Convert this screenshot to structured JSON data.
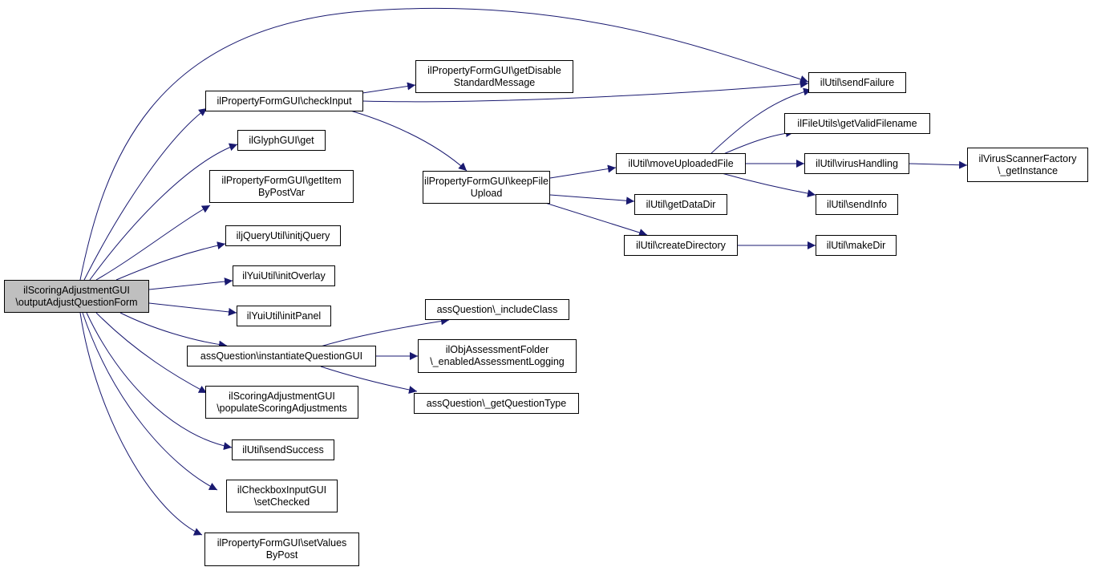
{
  "colors": {
    "edge": "#191970",
    "node_border": "#000000",
    "root_fill": "#bfbfbf",
    "node_fill": "#ffffff"
  },
  "nodes": {
    "root": {
      "line1": "ilScoringAdjustmentGUI",
      "line2": "\\outputAdjustQuestionForm"
    },
    "checkInput": {
      "line1": "ilPropertyFormGUI\\checkInput"
    },
    "getDisableStandardMessage": {
      "line1": "ilPropertyFormGUI\\getDisable",
      "line2": "StandardMessage"
    },
    "sendFailure": {
      "line1": "ilUtil\\sendFailure"
    },
    "glyphGet": {
      "line1": "ilGlyphGUI\\get"
    },
    "getItemByPostVar": {
      "line1": "ilPropertyFormGUI\\getItem",
      "line2": "ByPostVar"
    },
    "initjQuery": {
      "line1": "iljQueryUtil\\initjQuery"
    },
    "initOverlay": {
      "line1": "ilYuiUtil\\initOverlay"
    },
    "initPanel": {
      "line1": "ilYuiUtil\\initPanel"
    },
    "instantiateQuestionGUI": {
      "line1": "assQuestion\\instantiateQuestionGUI"
    },
    "populateScoringAdjustments": {
      "line1": "ilScoringAdjustmentGUI",
      "line2": "\\populateScoringAdjustments"
    },
    "sendSuccess": {
      "line1": "ilUtil\\sendSuccess"
    },
    "setChecked": {
      "line1": "ilCheckboxInputGUI",
      "line2": "\\setChecked"
    },
    "setValuesByPost": {
      "line1": "ilPropertyFormGUI\\setValues",
      "line2": "ByPost"
    },
    "keepFileUpload": {
      "line1": "ilPropertyFormGUI\\keepFile",
      "line2": "Upload"
    },
    "moveUploadedFile": {
      "line1": "ilUtil\\moveUploadedFile"
    },
    "getDataDir": {
      "line1": "ilUtil\\getDataDir"
    },
    "createDirectory": {
      "line1": "ilUtil\\createDirectory"
    },
    "getValidFilename": {
      "line1": "ilFileUtils\\getValidFilename"
    },
    "virusHandling": {
      "line1": "ilUtil\\virusHandling"
    },
    "sendInfo": {
      "line1": "ilUtil\\sendInfo"
    },
    "makeDir": {
      "line1": "ilUtil\\makeDir"
    },
    "getInstance": {
      "line1": "ilVirusScannerFactory",
      "line2": "\\_getInstance"
    },
    "includeClass": {
      "line1": "assQuestion\\_includeClass"
    },
    "enabledAssessmentLogging": {
      "line1": "ilObjAssessmentFolder",
      "line2": "\\_enabledAssessmentLogging"
    },
    "getQuestionType": {
      "line1": "assQuestion\\_getQuestionType"
    }
  }
}
